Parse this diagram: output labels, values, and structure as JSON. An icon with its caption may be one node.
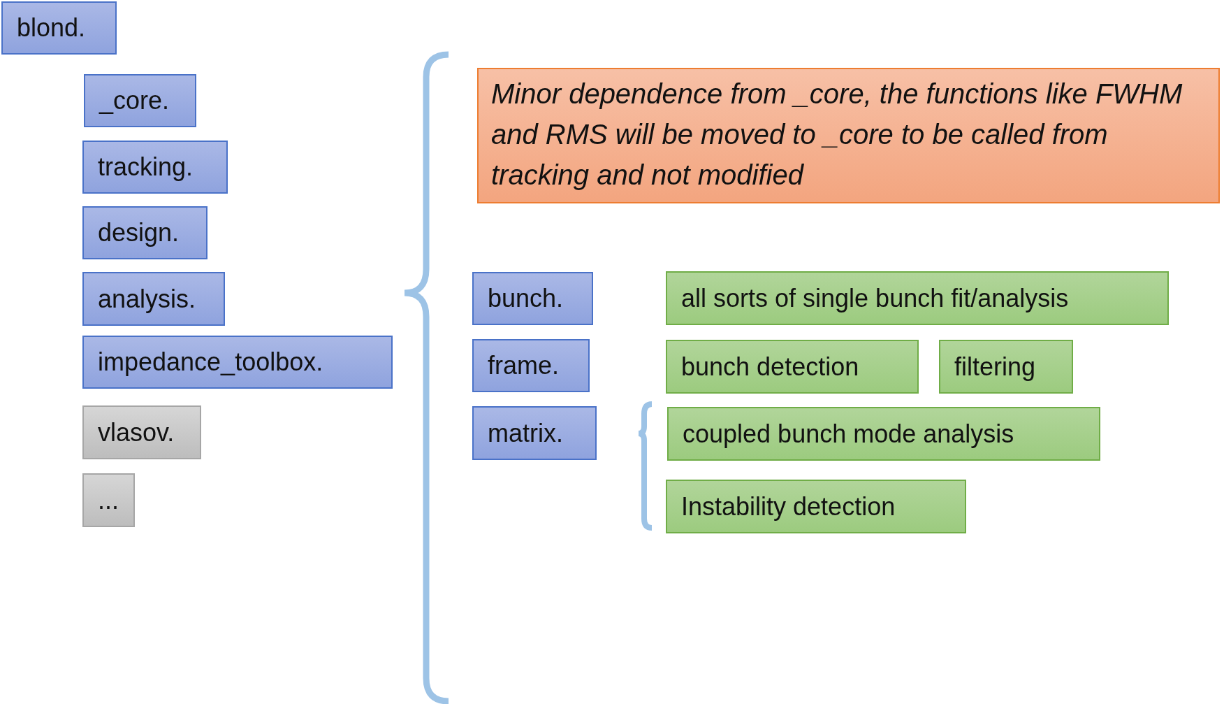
{
  "diagram": {
    "nodes": [
      {
        "text": [
          "blond."
        ]
      },
      {
        "text": [
          "_core."
        ]
      },
      {
        "text": [
          "tracking."
        ]
      },
      {
        "text": [
          "design."
        ]
      },
      {
        "text": [
          "analysis."
        ]
      },
      {
        "text": [
          "impedance_toolbox."
        ]
      },
      {
        "text": [
          "vlasov."
        ]
      },
      {
        "text": [
          "..."
        ]
      },
      {
        "text": [
          "Minor dependence from _core, the functions like FWHM and RMS will be moved to _core to be called from tracking and not modified"
        ]
      },
      {
        "text": [
          "bunch."
        ]
      },
      {
        "text": [
          "frame."
        ]
      },
      {
        "text": [
          "matrix."
        ]
      },
      {
        "text": [
          "all sorts of single bunch fit/analysis"
        ]
      },
      {
        "text": [
          "bunch detection"
        ]
      },
      {
        "text": [
          "filtering"
        ]
      },
      {
        "text": [
          "coupled bunch mode analysis"
        ]
      },
      {
        "text": [
          "Instability detection"
        ]
      }
    ],
    "edges": []
  }
}
